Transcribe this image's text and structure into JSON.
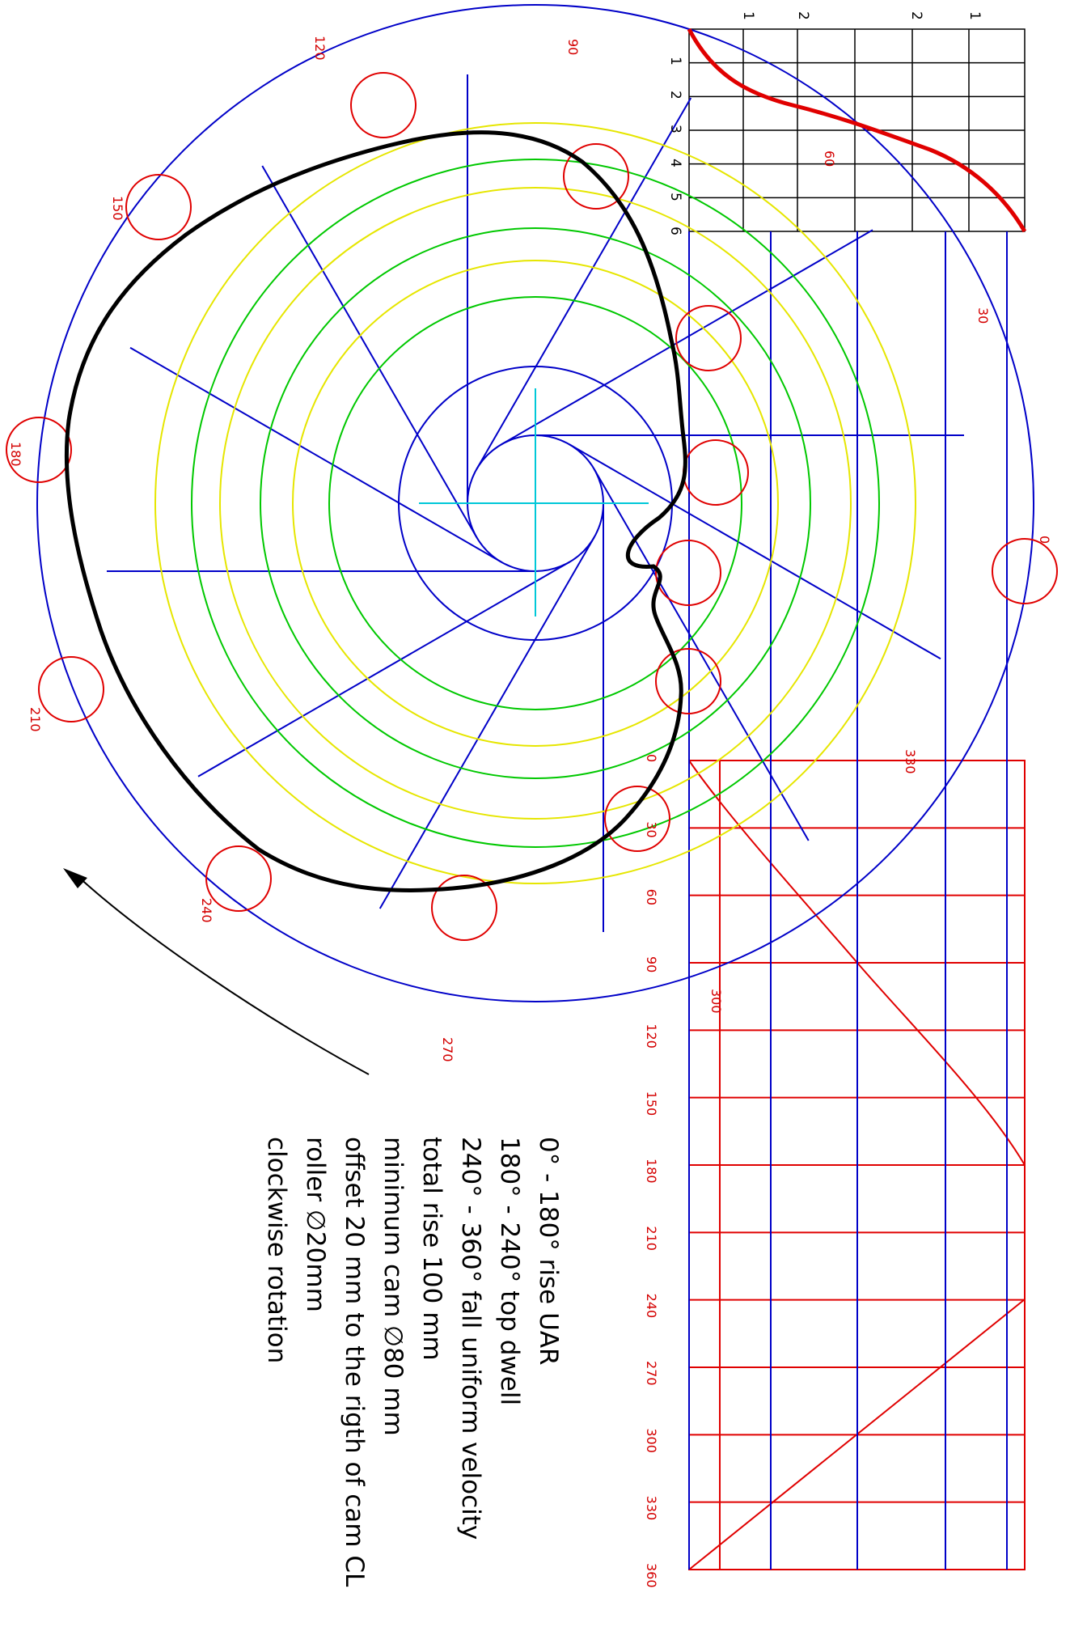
{
  "notes": [
    "0° - 180° rise UAR",
    "180° - 240° top dwell",
    "240° - 360° fall uniform velocity",
    "total rise 100 mm",
    "minimum cam ∅80 mm",
    "offset 20 mm to the rigth of cam CL",
    "roller ∅20mm",
    "clockwise rotation"
  ],
  "angle_labels": [
    "0",
    "30",
    "60",
    "90",
    "120",
    "150",
    "180",
    "210",
    "240",
    "270",
    "300",
    "330"
  ],
  "graph_labels": [
    "0",
    "30",
    "60",
    "90",
    "120",
    "150",
    "180",
    "210",
    "240",
    "270",
    "300",
    "330",
    "360"
  ],
  "grid_row_labels": [
    "1",
    "2",
    "3",
    "4",
    "5",
    "6"
  ],
  "grid_col_labels": [
    "1",
    "2",
    "2",
    "1"
  ],
  "colors": {
    "construction": "#0000c8",
    "graph": "#e00000",
    "rise_arcs": "#00c800",
    "fall_arcs": "#e6e600",
    "cam_profile": "#000000",
    "centerline": "#00c8d8"
  },
  "icons": {
    "rotation": "clockwise-rotation-arrow-icon"
  }
}
